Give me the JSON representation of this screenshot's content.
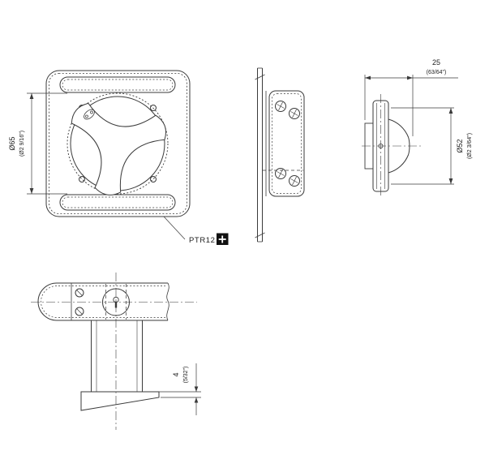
{
  "product": {
    "code": "PTR12",
    "badge_icon": "plus"
  },
  "dimensions": {
    "depth": {
      "mm": "25",
      "inch": "(63/64\")"
    },
    "front_diameter": {
      "mm": "Ø65",
      "inch": "(Ø2 9/16\")"
    },
    "side_diameter": {
      "mm": "Ø52",
      "inch": "(Ø2 3/64\")"
    },
    "plate_thickness": {
      "mm": "4",
      "inch": "(5/32\")"
    }
  },
  "colors": {
    "line": "#3a3a3a",
    "badge_bg": "#111111",
    "badge_fg": "#ffffff"
  }
}
